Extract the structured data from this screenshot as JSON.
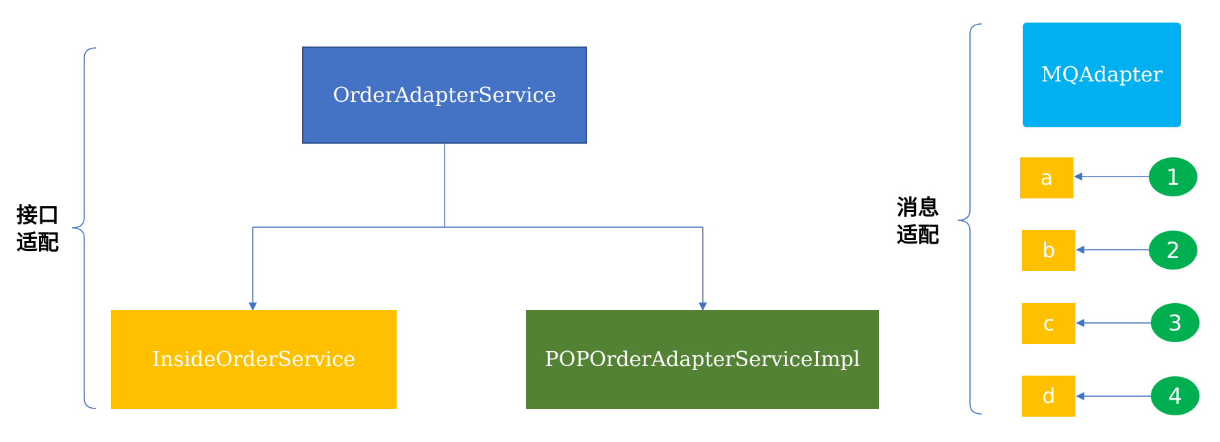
{
  "left_group": {
    "label_line1": "接口",
    "label_line2": "适配",
    "root": "OrderAdapterService",
    "children": [
      "InsideOrderService",
      "POPOrderAdapterServiceImpl"
    ]
  },
  "right_group": {
    "label_line1": "消息",
    "label_line2": "适配",
    "header": "MQAdapter",
    "rows": [
      {
        "box": "a",
        "number": "1"
      },
      {
        "box": "b",
        "number": "2"
      },
      {
        "box": "c",
        "number": "3"
      },
      {
        "box": "d",
        "number": "4"
      }
    ]
  },
  "colors": {
    "root": "#4472c4",
    "inside": "#ffc000",
    "pop": "#548235",
    "mq": "#00b0f0",
    "message_box": "#ffc000",
    "number_circle": "#00b050",
    "line": "#4472c4"
  }
}
